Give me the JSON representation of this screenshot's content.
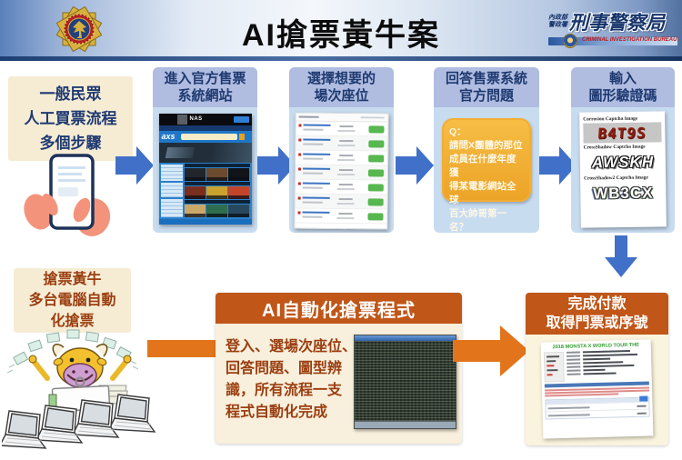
{
  "header": {
    "title": "AI搶票黃牛案",
    "ministry_line1": "內政部",
    "ministry_line2": "警政署",
    "bureau": "刑事警察局",
    "bureau_en": "CRIMINAL INVESTIGATION BUREAU"
  },
  "manual_flow": {
    "intro_lines": [
      "一般民眾",
      "人工買票流程",
      "多個步驟"
    ],
    "steps": [
      {
        "title_lines": [
          "進入官方售票",
          "系統網站"
        ],
        "site": {
          "brand": "axs",
          "banner": "NAS"
        }
      },
      {
        "title_lines": [
          "選擇想要的",
          "場次座位"
        ]
      },
      {
        "title_lines": [
          "回答售票系統",
          "官方問題"
        ],
        "question": {
          "prefix": "Q：",
          "lines": [
            "請問X團體的那位",
            "成員在什麼年度獲",
            "得某電影網站全球",
            "百大帥哥第一名？"
          ]
        }
      },
      {
        "title_lines": [
          "輸入",
          "圖形驗證碼"
        ],
        "captchas": [
          {
            "label": "Corrosion Captcha Image",
            "code": "B4T9S"
          },
          {
            "label": "CrossShadow Captcha Image",
            "code": "AWSKH"
          },
          {
            "label": "CrossShadow2 Captcha Image",
            "code": "WB3CX"
          }
        ]
      }
    ]
  },
  "scalper_flow": {
    "intro_lines": [
      "搶票黃牛",
      "多台電腦自動",
      "化搶票"
    ],
    "ai_box": {
      "title": "AI自動化搶票程式",
      "lines": [
        "登入、選場次座位、",
        "回答問題、圖型辨",
        "識，所有流程一支",
        "程式自動化完成"
      ]
    },
    "result_box": {
      "title_lines": [
        "完成付款",
        "取得門票或序號"
      ],
      "ticket_title": "2018 MONSTA X WORLD TOUR THE"
    }
  },
  "colors": {
    "arrow_blue": "#4070c8",
    "arrow_orange": "#e2751c",
    "box_header_orange": "#c05617",
    "panel_blue": "#c8dcf0",
    "panel_header": "#b0bce0",
    "beige": "#f6ecd4",
    "navy_text": "#1f3a73",
    "maroon_text": "#9a3e10",
    "buy_button_green": "#56b84e"
  }
}
